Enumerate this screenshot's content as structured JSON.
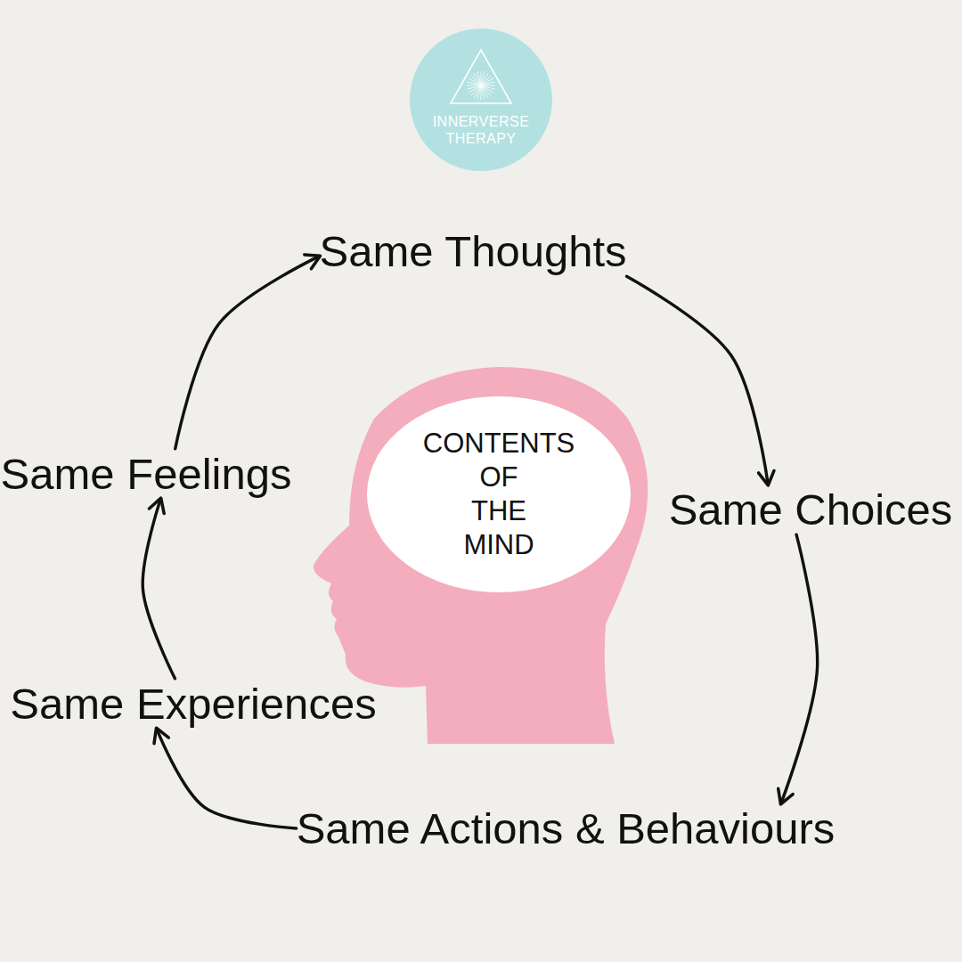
{
  "diagram": {
    "nodes": [
      {
        "text": [
          "INNERVERSE THERAPY"
        ]
      },
      {
        "text": [
          "Same Thoughts"
        ]
      },
      {
        "text": [
          "Same Feelings"
        ]
      },
      {
        "text": [
          "CONTENTS OF THE MIND"
        ]
      },
      {
        "text": [
          "Same Choices"
        ]
      },
      {
        "text": [
          "Same Experiences"
        ]
      },
      {
        "text": [
          "Same Actions & Behaviours"
        ]
      }
    ],
    "edges": [
      {
        "from": 1,
        "to": 4,
        "arrow": "to"
      },
      {
        "from": 4,
        "to": 6,
        "arrow": "to"
      },
      {
        "from": 6,
        "to": 5,
        "arrow": "to"
      },
      {
        "from": 5,
        "to": 2,
        "arrow": "to"
      },
      {
        "from": 2,
        "to": 1,
        "arrow": "to"
      }
    ]
  }
}
